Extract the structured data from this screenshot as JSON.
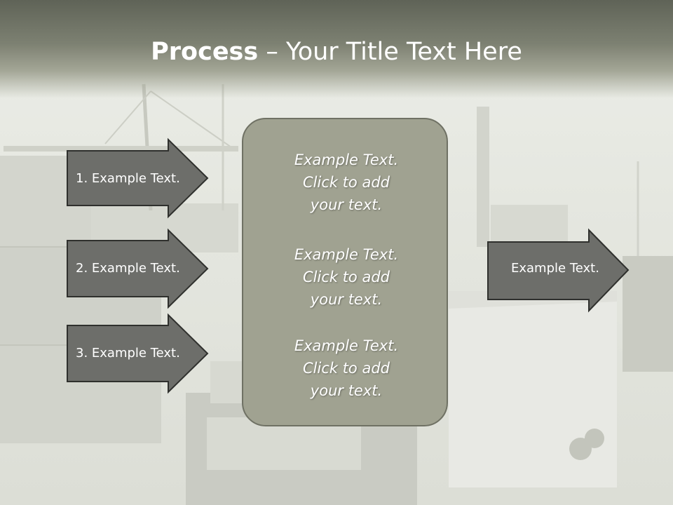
{
  "slide": {
    "title_bold": "Process",
    "title_rest": " – Your Title Text Here"
  },
  "inputs": [
    {
      "label": "1. Example Text."
    },
    {
      "label": "2. Example Text."
    },
    {
      "label": "3. Example Text."
    }
  ],
  "center": {
    "blocks": [
      {
        "line1": "Example Text.",
        "line2": "Click  to add",
        "line3": "your text."
      },
      {
        "line1": "Example Text.",
        "line2": "Click  to add",
        "line3": "your text."
      },
      {
        "line1": "Example Text.",
        "line2": "Click  to add",
        "line3": "your text."
      }
    ]
  },
  "output": {
    "label": "Example Text."
  },
  "colors": {
    "arrow_fill": "#6d6e6a",
    "arrow_stroke": "#2f302d",
    "box_fill": "#a0a291",
    "title_band": "#7d8172"
  }
}
